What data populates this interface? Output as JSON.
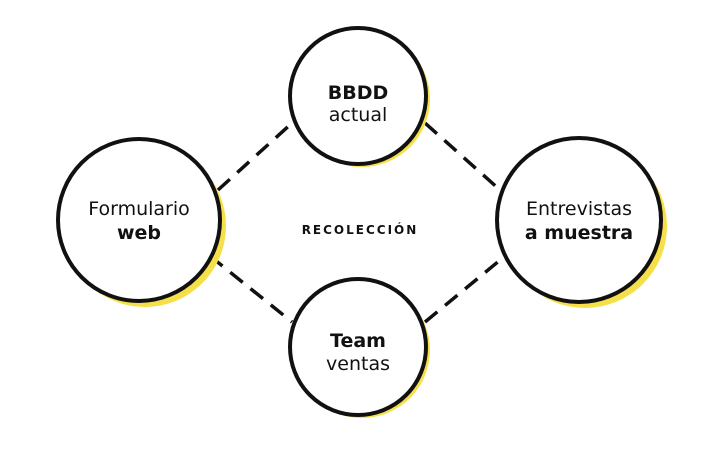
{
  "center_label": "RECOLECCIÓN",
  "nodes": {
    "top": {
      "line1": "BBDD",
      "line2": "actual"
    },
    "left": {
      "line1": "Formulario",
      "line2": "web"
    },
    "right": {
      "line1": "Entrevistas",
      "line2": "a muestra"
    },
    "bottom": {
      "line1": "Team",
      "line2": "ventas"
    }
  },
  "colors": {
    "stroke": "#111111",
    "shadow": "#f5e04a",
    "fill": "#ffffff"
  }
}
